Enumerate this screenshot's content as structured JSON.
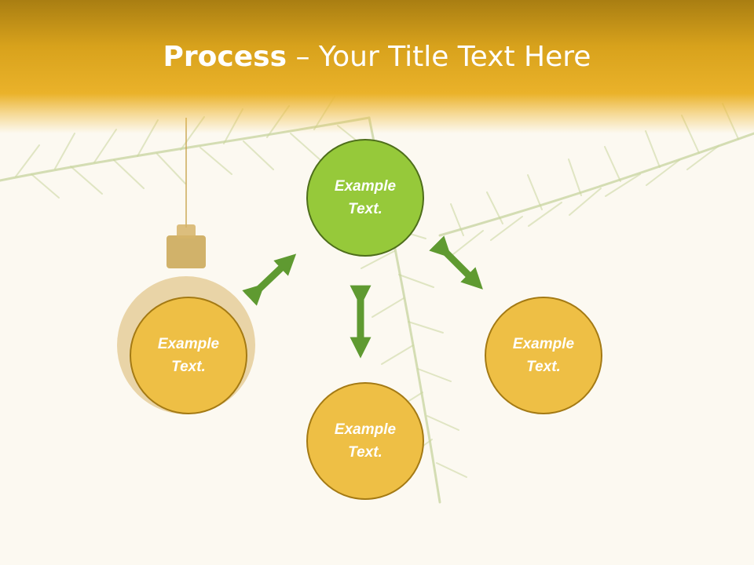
{
  "title": {
    "bold": "Process",
    "rest": " – Your Title Text Here"
  },
  "diagram": {
    "center": "Example\nText.",
    "left": "Example\nText.",
    "right": "Example\nText.",
    "bottom": "Example\nText."
  },
  "colors": {
    "title_band": "#e2aa22",
    "center_fill": "#96c93a",
    "side_fill": "#eebf45",
    "arrow": "#5f9a31",
    "background": "#fcf9f1"
  }
}
